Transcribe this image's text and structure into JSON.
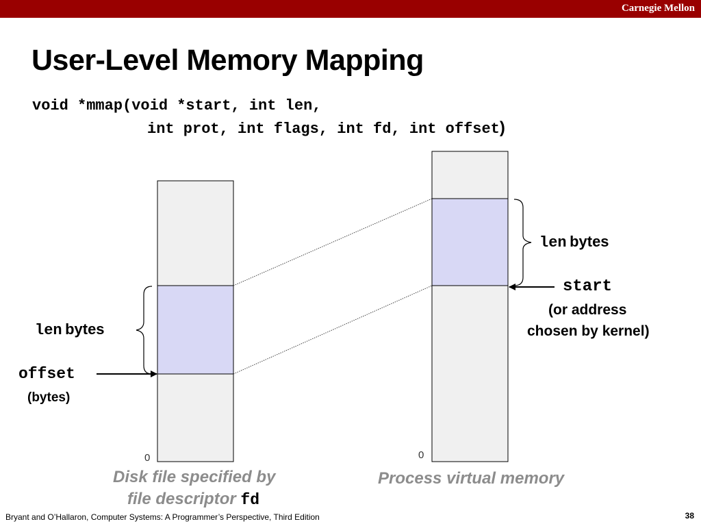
{
  "header": {
    "brand": "Carnegie Mellon"
  },
  "slide": {
    "title": "User-Level Memory Mapping",
    "signature_line1": "void *mmap(void *start, int len,",
    "signature_line2": "int prot, int flags, int fd, int offset",
    "signature_close": ")"
  },
  "disk": {
    "len_code": "len",
    "len_text": "bytes",
    "offset_code": "offset",
    "offset_note": "(bytes)",
    "zero": "0",
    "caption_line1": "Disk file specified by",
    "caption_line2": "file descriptor",
    "caption_code": "fd"
  },
  "vm": {
    "len_code": "len",
    "len_text": "bytes",
    "start_code": "start",
    "start_note_line1": "(or address",
    "start_note_line2": "chosen by kernel)",
    "zero": "0",
    "caption": "Process virtual memory"
  },
  "colors": {
    "header_bar": "#990000",
    "block_fill": "#f0f0f0",
    "mapped_fill": "#d8d8f5",
    "caption": "#8c8c8c"
  },
  "footer": {
    "citation": "Bryant and O’Hallaron, Computer Systems: A Programmer’s Perspective, Third Edition",
    "page": "38"
  }
}
